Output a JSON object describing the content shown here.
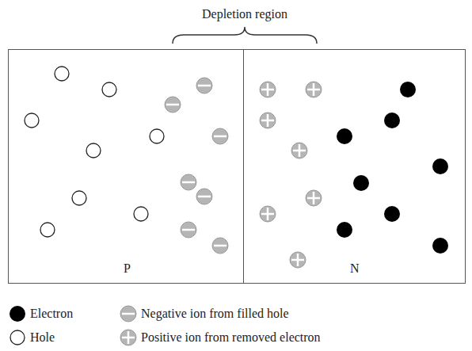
{
  "diagram": {
    "nodes": [
      {
        "text": [
          "P"
        ]
      },
      {
        "text": [
          "N"
        ]
      }
    ],
    "labels": [
      "Depletion region"
    ],
    "legend": [
      {
        "text": "Electron"
      },
      {
        "text": "Negative ion from filled hole"
      },
      {
        "text": "Hole"
      },
      {
        "text": "Positive ion from removed electron"
      }
    ]
  }
}
